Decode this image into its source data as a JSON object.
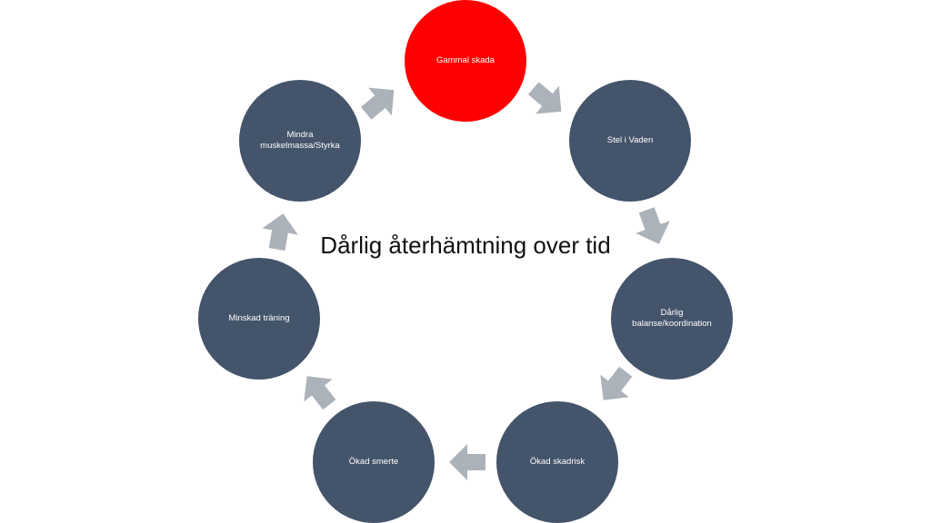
{
  "diagram": {
    "title": "Dårlig återhämtning over tid",
    "colors": {
      "node_default": "#44546a",
      "node_highlight": "#ff0000",
      "arrow": "#acb2b9",
      "text": "#ffffff"
    },
    "nodes": [
      {
        "label": "Gammal skada",
        "highlight": true
      },
      {
        "label": "Stel i Vaden",
        "highlight": false
      },
      {
        "label": "Dårlig\nbalanse/koordination",
        "highlight": false
      },
      {
        "label": "Ökad skadrisk",
        "highlight": false
      },
      {
        "label": "Ökad smerte",
        "highlight": false
      },
      {
        "label": "Minskad träning",
        "highlight": false
      },
      {
        "label": "Mindra\nmuskelmassa/Styrka",
        "highlight": false
      }
    ],
    "connector_icon": "block-arrow-icon"
  }
}
